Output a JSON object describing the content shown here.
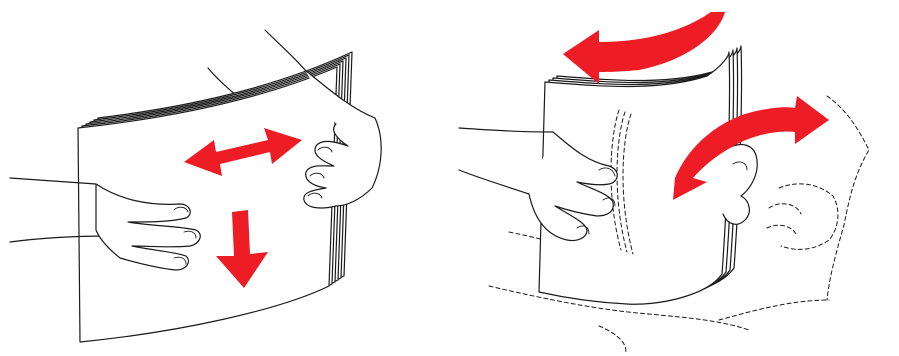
{
  "figures": [
    {
      "id": "fan-paper",
      "arrows": [
        "double-arrow-horizontal",
        "arrow-down"
      ]
    },
    {
      "id": "flex-paper",
      "arrows": [
        "curved-double-arrow-top",
        "curved-double-arrow-right"
      ]
    }
  ],
  "colors": {
    "arrow": "#ee1c25",
    "outline": "#1a1a1a",
    "background": "#ffffff"
  }
}
